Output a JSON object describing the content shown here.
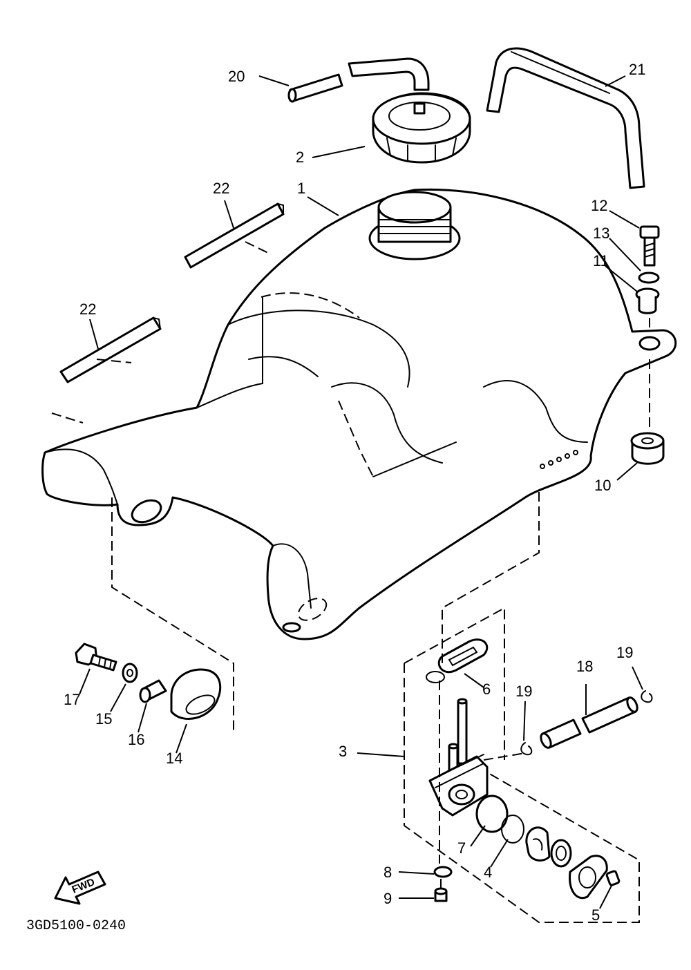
{
  "diagram": {
    "drawing_code": "3GD5100-0240",
    "direction_label": "FWD",
    "callouts": {
      "c1": "1",
      "c2": "2",
      "c3": "3",
      "c4": "4",
      "c5": "5",
      "c6": "6",
      "c7": "7",
      "c8": "8",
      "c9": "9",
      "c10": "10",
      "c11": "11",
      "c12": "12",
      "c13": "13",
      "c14": "14",
      "c15": "15",
      "c16": "16",
      "c17": "17",
      "c18": "18",
      "c19a": "19",
      "c19b": "19",
      "c20": "20",
      "c21": "21",
      "c22a": "22",
      "c22b": "22"
    }
  }
}
